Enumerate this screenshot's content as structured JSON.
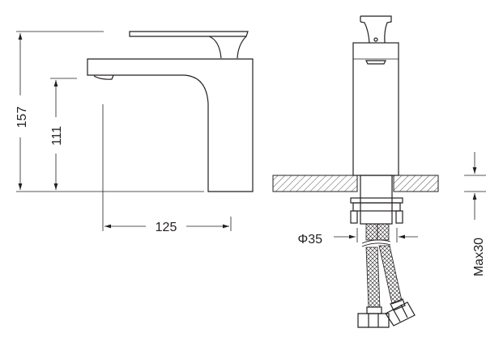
{
  "dimensions": {
    "overall_height": "157",
    "spout_height": "111",
    "spout_reach": "125",
    "hole_diameter": "Φ35",
    "max_counter_thickness": "Max30"
  },
  "colors": {
    "line": "#231f20",
    "background": "#ffffff"
  }
}
